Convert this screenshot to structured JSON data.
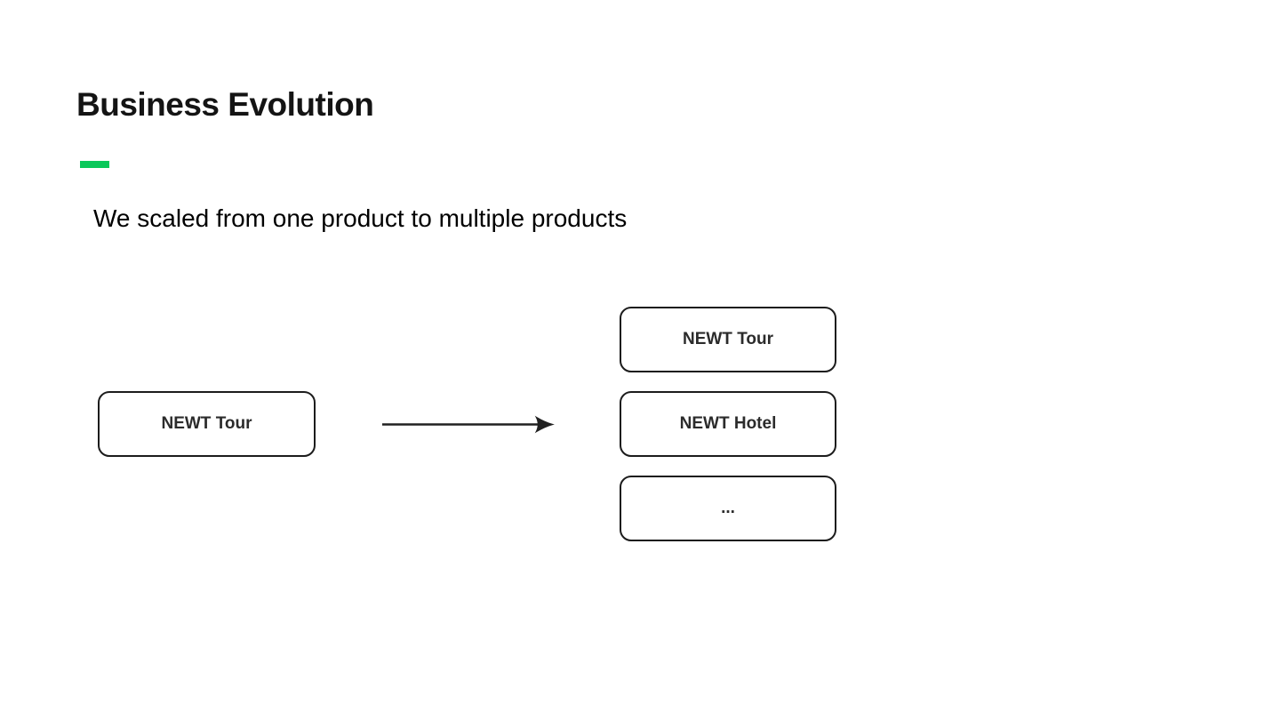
{
  "slide": {
    "title": "Business Evolution",
    "subtitle": "We scaled from one product to multiple products",
    "accent_color": "#0ac85a",
    "background_color": "#ffffff"
  },
  "diagram": {
    "source": {
      "label": "NEWT Tour"
    },
    "arrow": {
      "name": "arrow-right",
      "color": "#212121"
    },
    "targets": [
      {
        "label": "NEWT Tour"
      },
      {
        "label": "NEWT Hotel"
      },
      {
        "label": "..."
      }
    ]
  }
}
